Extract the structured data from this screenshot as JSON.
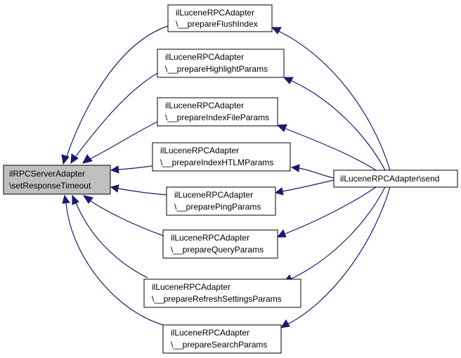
{
  "graph": {
    "focus_node": {
      "line1": "ilRPCServerAdapter",
      "line2": "\\setResponseTimeout"
    },
    "caller_nodes": [
      {
        "line1": "ilLuceneRPCAdapter",
        "line2": "\\__prepareFlushIndex"
      },
      {
        "line1": "ilLuceneRPCAdapter",
        "line2": "\\__prepareHighlightParams"
      },
      {
        "line1": "ilLuceneRPCAdapter",
        "line2": "\\__prepareIndexFileParams"
      },
      {
        "line1": "ilLuceneRPCAdapter",
        "line2": "\\__prepareIndexHTLMParams"
      },
      {
        "line1": "ilLuceneRPCAdapter",
        "line2": "\\__preparePingParams"
      },
      {
        "line1": "ilLuceneRPCAdapter",
        "line2": "\\__prepareQueryParams"
      },
      {
        "line1": "ilLuceneRPCAdapter",
        "line2": "\\__prepareRefreshSettingsParams"
      },
      {
        "line1": "ilLuceneRPCAdapter",
        "line2": "\\__prepareSearchParams"
      }
    ],
    "send_node": {
      "label": "ilLuceneRPCAdapter\\send"
    },
    "colors": {
      "edge": "#191970",
      "focus_fill": "#bfbfbf",
      "node_fill": "#ffffff"
    }
  }
}
